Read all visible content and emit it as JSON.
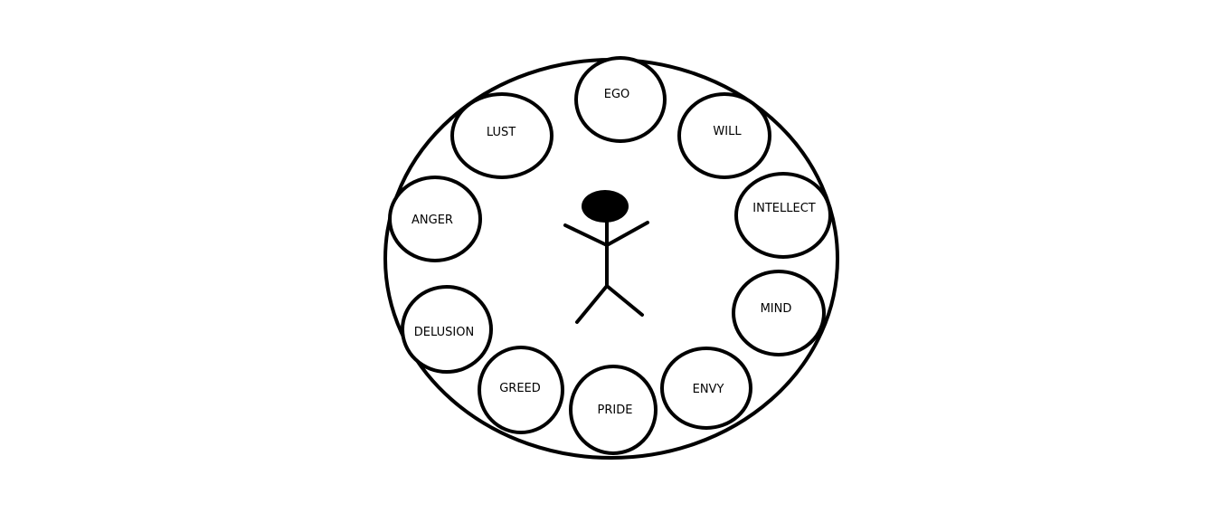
{
  "diagram": {
    "nodes": [
      {
        "id": "ego",
        "label": "EGO"
      },
      {
        "id": "will",
        "label": "WILL"
      },
      {
        "id": "intellect",
        "label": "INTELLECT"
      },
      {
        "id": "mind",
        "label": "MIND"
      },
      {
        "id": "envy",
        "label": "ENVY"
      },
      {
        "id": "pride",
        "label": "PRIDE"
      },
      {
        "id": "greed",
        "label": "GREED"
      },
      {
        "id": "delusion",
        "label": "DELUSION"
      },
      {
        "id": "anger",
        "label": "ANGER"
      },
      {
        "id": "lust",
        "label": "LUST"
      }
    ],
    "center_figure": "stick-figure",
    "stroke_color": "#000000",
    "background_color": "#ffffff"
  }
}
